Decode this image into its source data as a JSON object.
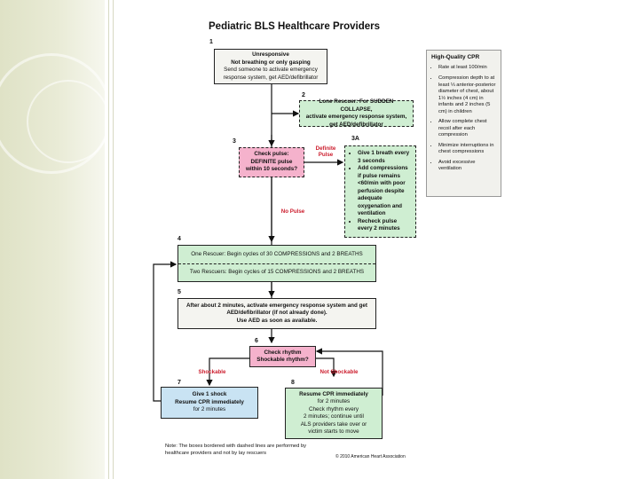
{
  "title": "Pediatric BLS Healthcare Providers",
  "steps": {
    "s1": {
      "num": "1",
      "lines": [
        "Unresponsive",
        "Not breathing or only gasping",
        "Send someone to activate emergency",
        "response system, get AED/defibrillator"
      ]
    },
    "s2": {
      "num": "2",
      "lines": [
        "Lone Rescuer: For SUDDEN COLLAPSE,",
        "activate emergency response system,",
        "get AED/defibrillator"
      ]
    },
    "s3": {
      "num": "3",
      "lines": [
        "Check pulse:",
        "DEFINITE pulse",
        "within 10 seconds?"
      ]
    },
    "s3a": {
      "num": "3A",
      "items": [
        "Give 1 breath every 3 seconds",
        "Add compressions if pulse remains <60/min with poor perfusion despite adequate oxygenation and ventilation",
        "Recheck pulse every 2 minutes"
      ]
    },
    "s4": {
      "num": "4",
      "one_rescuer": "One Rescuer: Begin cycles of 30 COMPRESSIONS and 2 BREATHS",
      "two_rescuers": "Two Rescuers: Begin cycles of 15 COMPRESSIONS and 2 BREATHS"
    },
    "s5": {
      "num": "5",
      "lines": [
        "After about 2 minutes, activate emergency response system and get",
        "AED/defibrillator (if not already done).",
        "Use AED as soon as available."
      ]
    },
    "s6": {
      "num": "6",
      "lines": [
        "Check rhythm",
        "Shockable rhythm?"
      ]
    },
    "s7": {
      "num": "7",
      "lines": [
        "Give 1 shock",
        "Resume CPR immediately",
        "for 2 minutes"
      ]
    },
    "s8": {
      "num": "8",
      "lines": [
        "Resume CPR immediately",
        "for 2 minutes",
        "Check rhythm every",
        "2 minutes; continue until",
        "ALS providers take over or",
        "victim starts to move"
      ]
    }
  },
  "labels": {
    "definite_pulse": "Definite Pulse",
    "no_pulse": "No Pulse",
    "shockable": "Shockable",
    "not_shockable": "Not Shockable"
  },
  "high_quality_cpr": {
    "title": "High-Quality CPR",
    "items": [
      "Rate at least 100/min",
      "Compression depth to at least ⅓ anterior-posterior diameter of chest, about 1½ inches (4 cm) in infants and 2 inches (5 cm) in children",
      "Allow complete chest recoil after each compression",
      "Minimize interruptions in chest compressions",
      "Avoid excessive ventilation"
    ]
  },
  "note": "Note: The boxes bordered with dashed lines are performed by healthcare providers and not by lay rescuers",
  "copyright": "© 2010 American Heart Association",
  "colors": {
    "green": "#cfeed2",
    "pink": "#f5b2cc",
    "blue": "#c9e3f3",
    "label_red": "#cc1d2d"
  }
}
